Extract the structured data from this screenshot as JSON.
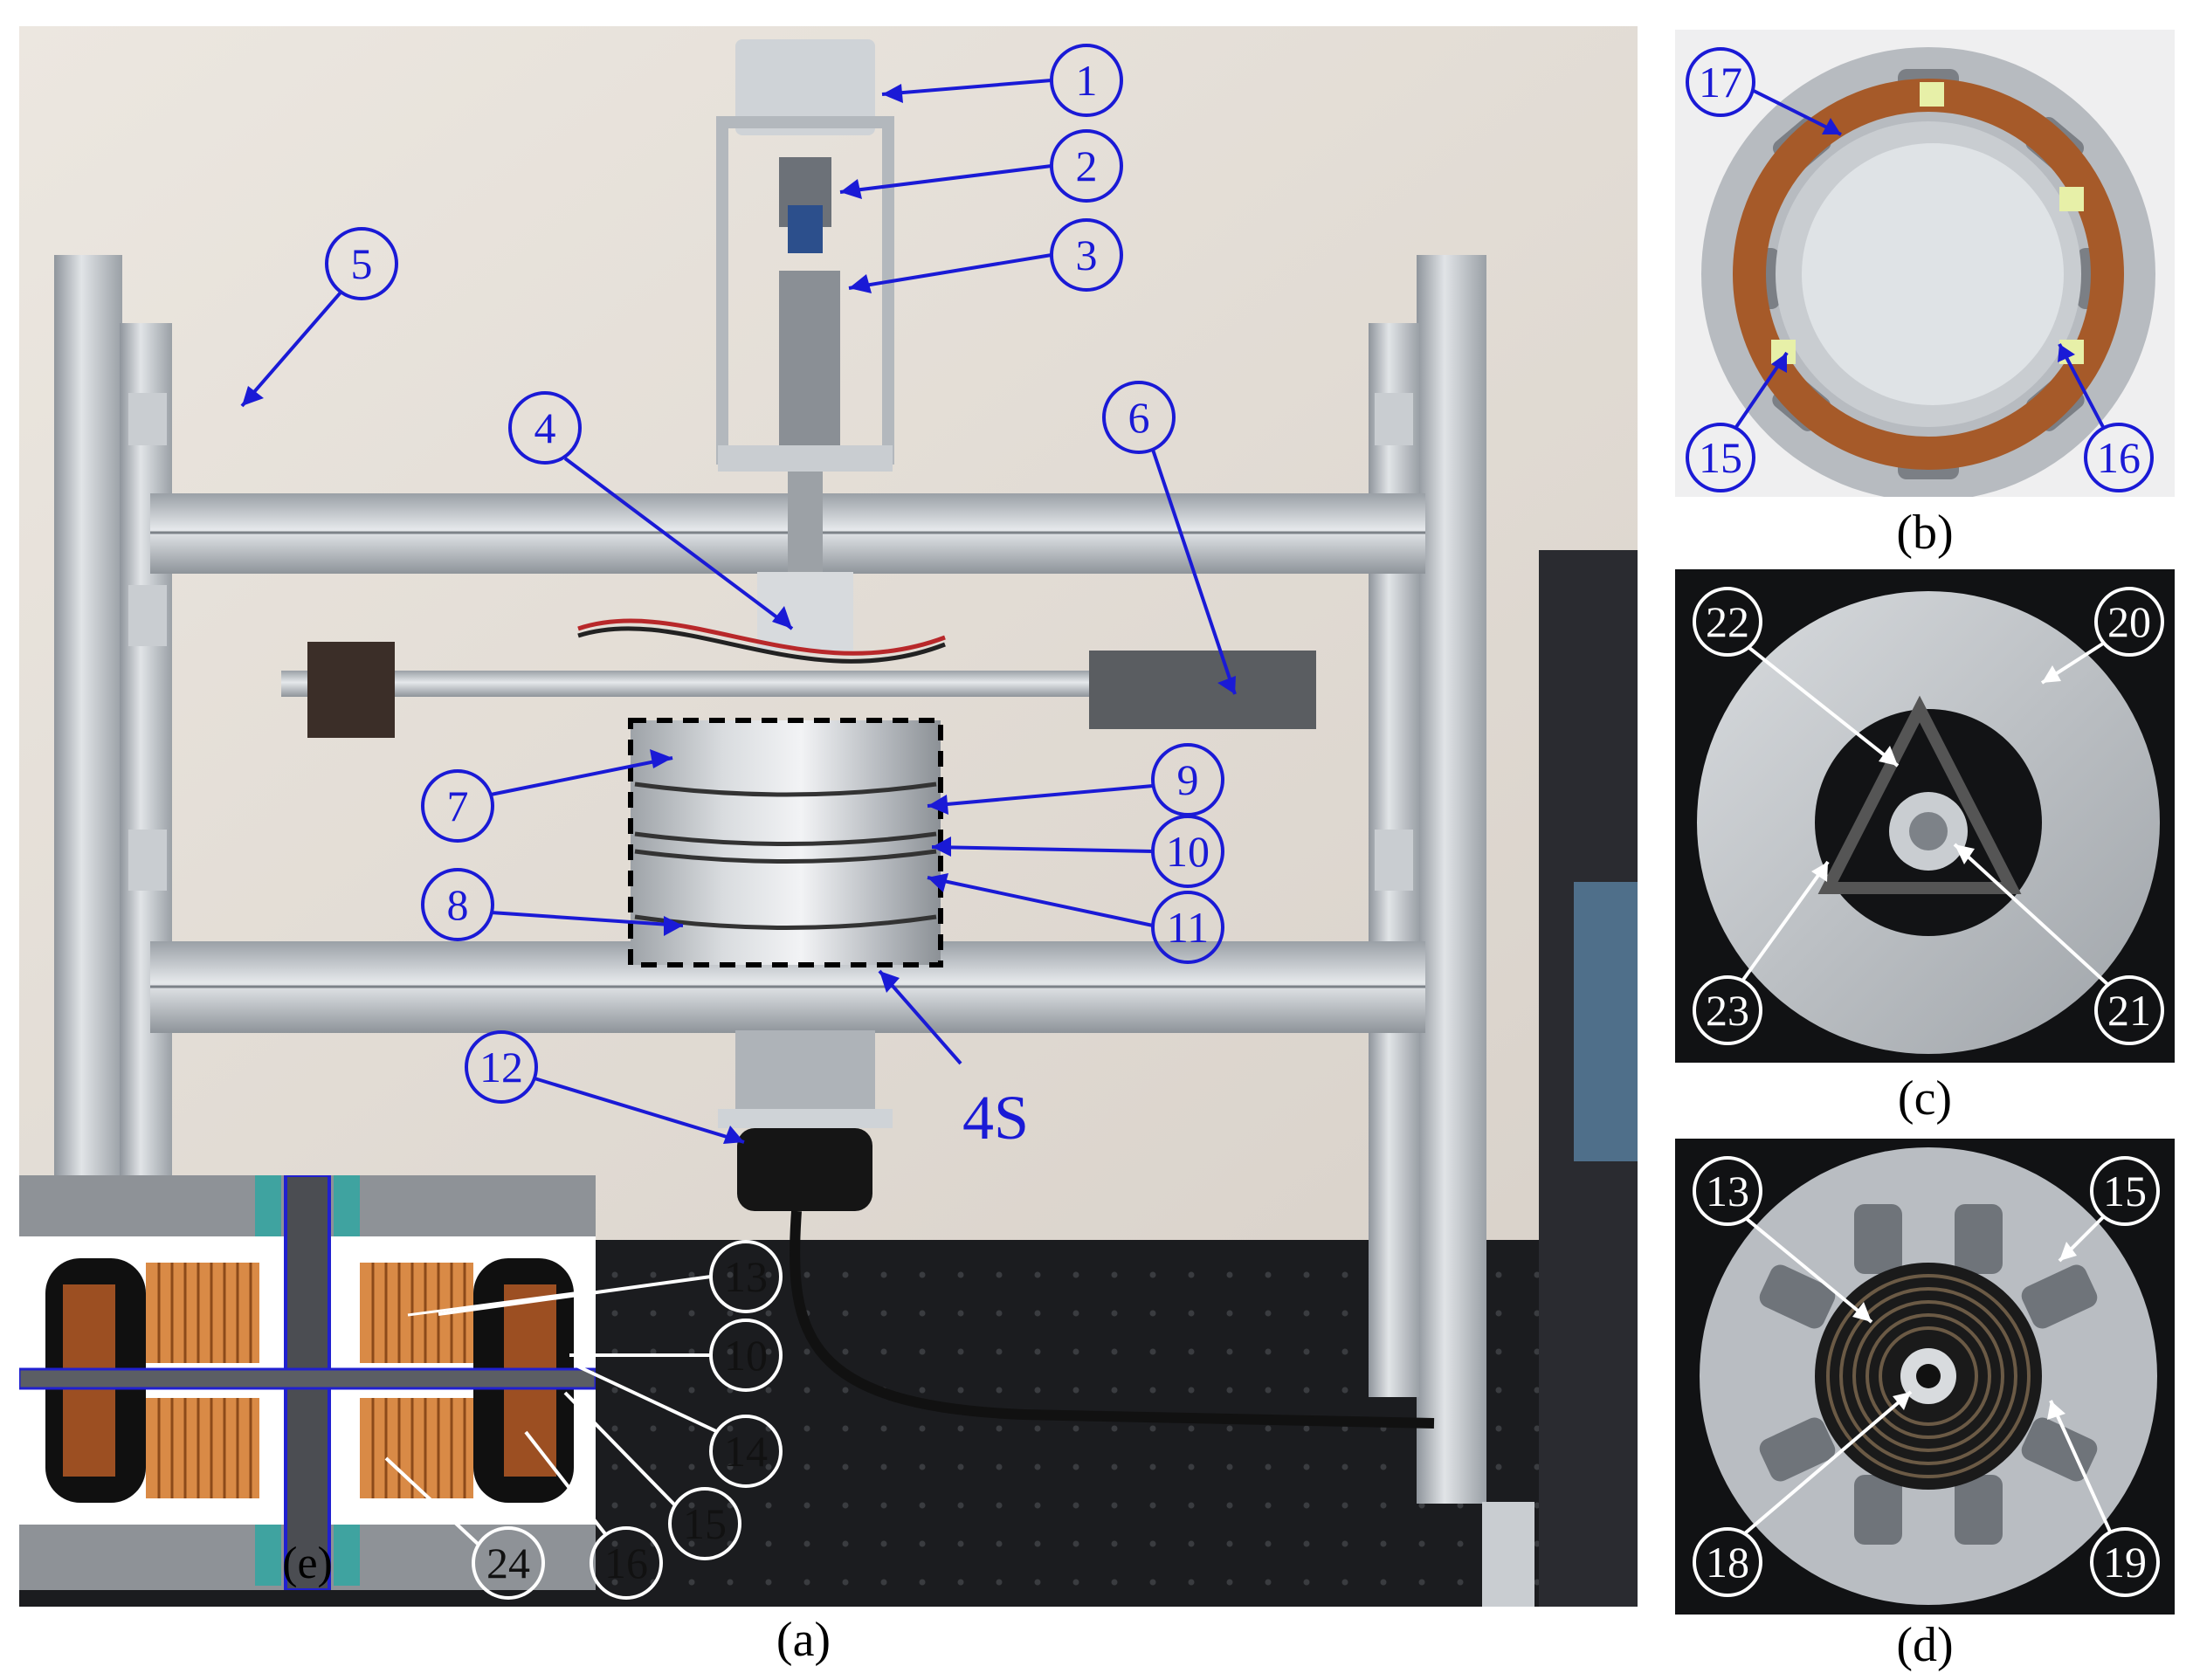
{
  "captions": {
    "a": "(a)",
    "b": "(b)",
    "c": "(c)",
    "d": "(d)",
    "e": "(e)"
  },
  "panel_a": {
    "callouts": [
      "1",
      "2",
      "3",
      "4",
      "5",
      "6",
      "7",
      "8",
      "9",
      "10",
      "11",
      "12"
    ],
    "subsystem_label": "4S"
  },
  "panel_b": {
    "callouts": [
      "17",
      "15",
      "16"
    ]
  },
  "panel_c": {
    "callouts": [
      "22",
      "20",
      "23",
      "21"
    ]
  },
  "panel_d": {
    "callouts": [
      "13",
      "15",
      "18",
      "19"
    ]
  },
  "panel_e": {
    "callouts": [
      "13",
      "10",
      "14",
      "15",
      "16",
      "24"
    ]
  },
  "colors": {
    "callout_blue": "#1a1ad6",
    "wall": "#e7e1da",
    "table": "#1c1d20",
    "aluminium": "#bfc3c8",
    "copper": "#b8642f"
  }
}
